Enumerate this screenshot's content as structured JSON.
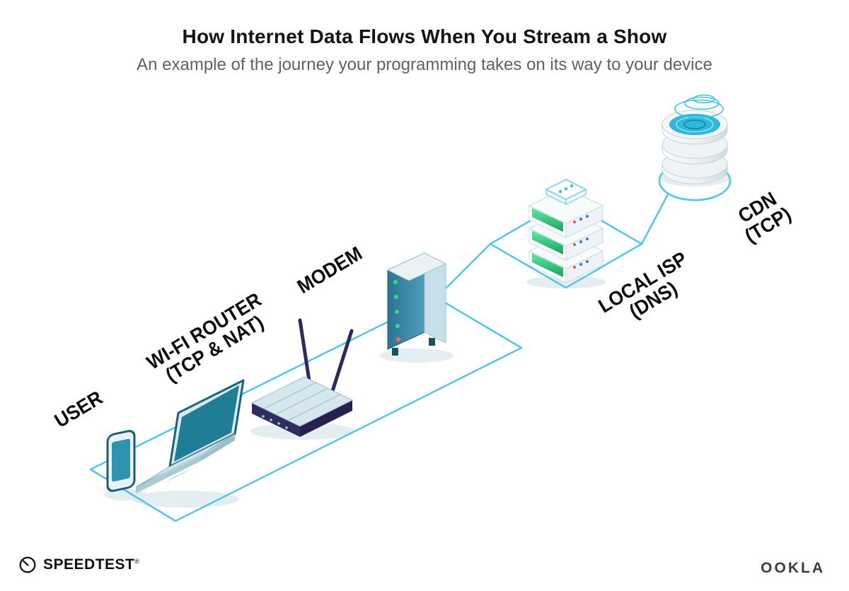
{
  "header": {
    "title": "How Internet Data Flows When You Stream a Show",
    "subtitle": "An example of the journey your programming takes on its way to your device"
  },
  "diagram": {
    "nodes": [
      {
        "id": "user",
        "line1": "USER",
        "line2": ""
      },
      {
        "id": "wifi-router",
        "line1": "WI-FI ROUTER",
        "line2": "(TCP & NAT)"
      },
      {
        "id": "modem",
        "line1": "MODEM",
        "line2": ""
      },
      {
        "id": "local-isp",
        "line1": "LOCAL ISP",
        "line2": "(DNS)"
      },
      {
        "id": "cdn",
        "line1": "CDN",
        "line2": "(TCP)"
      }
    ],
    "colors": {
      "path_cyan": "#55c5ea",
      "device_teal": "#1f7e96",
      "router_navy": "#312a5e",
      "server_green": "#2ecc80",
      "cdn_cyan": "#2fb8dc"
    }
  },
  "footer": {
    "speedtest_icon": "speedtest-gauge-icon",
    "speedtest_text": "SPEEDTEST",
    "speedtest_trademark": "®",
    "ookla_text": "OOKLA"
  }
}
